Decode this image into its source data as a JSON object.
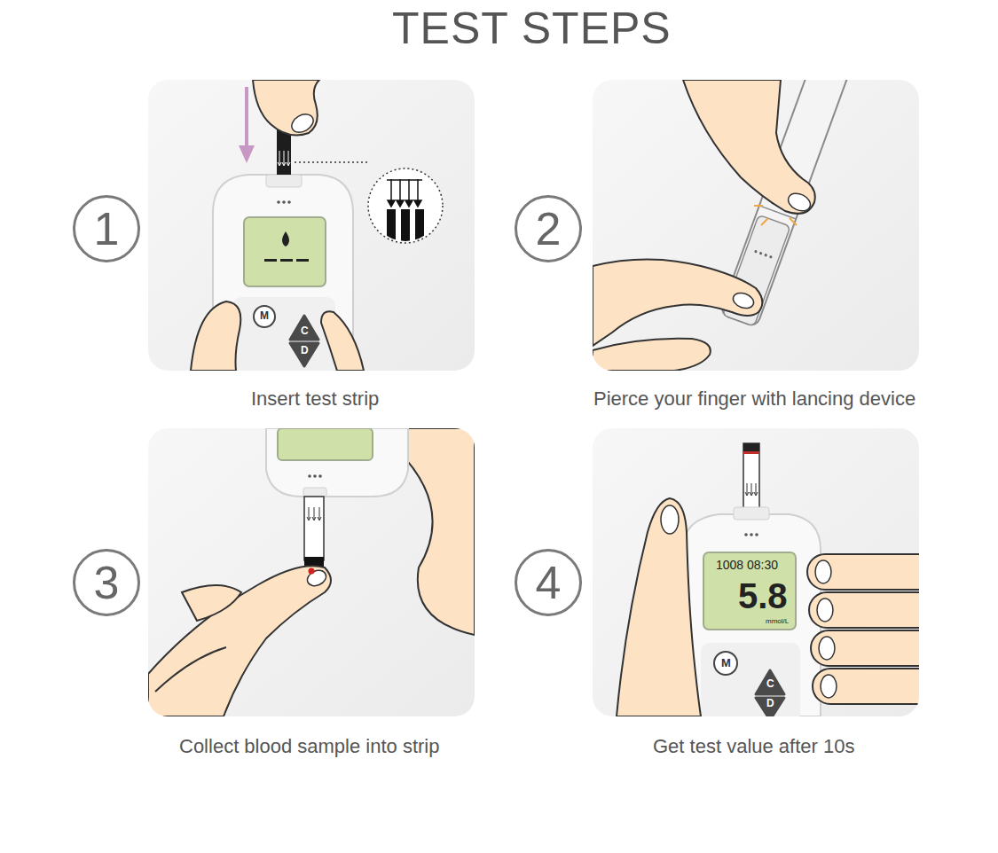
{
  "diagram": {
    "title": "TEST STEPS",
    "nodes": [
      {
        "text": [
          "1"
        ]
      },
      {
        "text": [
          "2"
        ]
      },
      {
        "text": [
          "3"
        ]
      },
      {
        "text": [
          "4"
        ]
      }
    ],
    "labels": [
      "Insert test strip",
      "Pierce your finger with lancing device",
      "Collect blood sample into strip",
      "Get test value after 10s",
      "M",
      "C",
      "D",
      "1008 08:30",
      "5.8",
      "mmol/L",
      "M",
      "C",
      "D"
    ]
  }
}
